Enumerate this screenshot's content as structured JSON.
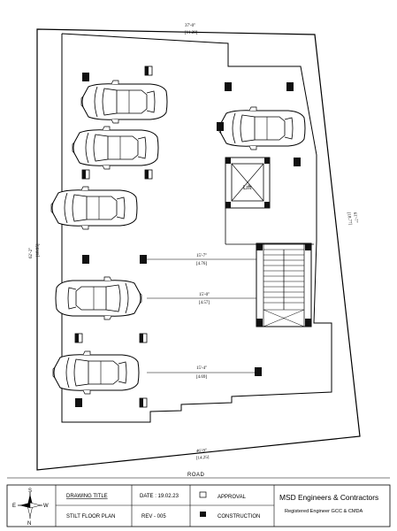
{
  "dimensions": {
    "top": "37'-0\"",
    "top_m": "[11.28]",
    "left": "62'-2\"",
    "left_m": "[18.95]",
    "right": "61'-7\"",
    "right_m": "[18.77]",
    "bottom": "46'-9\"",
    "bottom_m": "[14.25]",
    "inner1": "15'-7\"",
    "inner1_m": "[4.76]",
    "inner2": "15'-0\"",
    "inner2_m": "[4.57]",
    "inner3": "15'-4\"",
    "inner3_m": "[4.69]"
  },
  "labels": {
    "lift": "Lift",
    "road": "ROAD"
  },
  "compass": {
    "n": "N",
    "s": "S",
    "e": "E",
    "w": "W"
  },
  "title_block": {
    "drawing_title_label": "DRAWING TITLE",
    "drawing_title": "STILT FLOOR PLAN",
    "date": "DATE : 19.02.23",
    "rev": "REV - 005",
    "approval": "APPROVAL",
    "construction": "CONSTRUCTION",
    "company": "MSD Engineers & Contractors",
    "registration": "Registered Engineer GCC & CMDA"
  }
}
